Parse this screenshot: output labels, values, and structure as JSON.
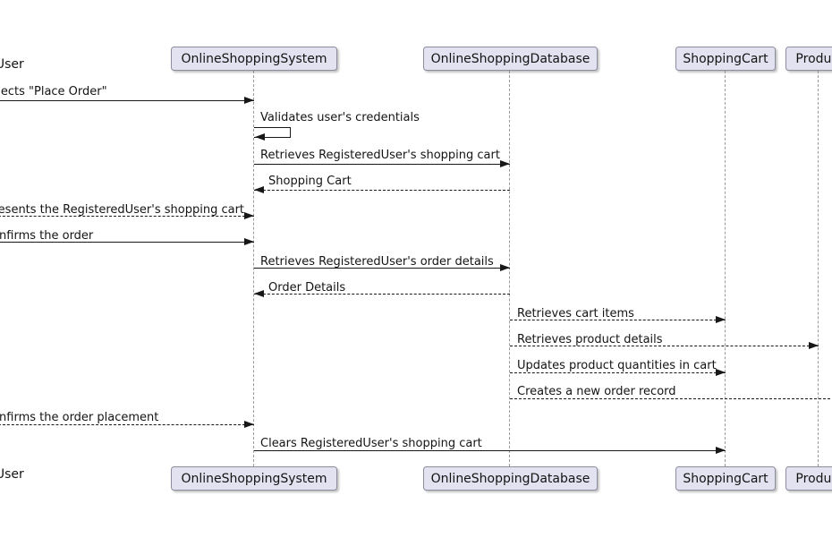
{
  "diagram_type": "uml-sequence-diagram",
  "colors": {
    "background": "#FFFFFF",
    "participant_fill": "#E2E2F0",
    "participant_border": "#8C8CA0",
    "lifeline": "#9A9A9A",
    "message_line": "#181818",
    "text": "#141414"
  },
  "participants": [
    {
      "label": "RegisteredUser",
      "kind": "actor",
      "note": "clipped at left edge, only 'User' visible"
    },
    {
      "label": "OnlineShoppingSystem",
      "kind": "participant"
    },
    {
      "label": "OnlineShoppingDatabase",
      "kind": "participant"
    },
    {
      "label": "ShoppingCart",
      "kind": "participant"
    },
    {
      "label": "Product",
      "kind": "participant",
      "note": "clipped at right edge, 'Produc' visible"
    }
  ],
  "messages": [
    {
      "label": "Selects \"Place Order\"",
      "from": "RegisteredUser",
      "to": "OnlineShoppingSystem",
      "style": "solid",
      "direction": "right"
    },
    {
      "label": "Validates user's credentials",
      "from": "OnlineShoppingSystem",
      "to": "OnlineShoppingSystem",
      "style": "self",
      "direction": "self"
    },
    {
      "label": "Retrieves RegisteredUser's shopping cart",
      "from": "OnlineShoppingSystem",
      "to": "OnlineShoppingDatabase",
      "style": "solid",
      "direction": "right"
    },
    {
      "label": "Shopping Cart",
      "from": "OnlineShoppingDatabase",
      "to": "OnlineShoppingSystem",
      "style": "dashed",
      "direction": "left"
    },
    {
      "label": "Presents the RegisteredUser's shopping cart",
      "from": "RegisteredUser",
      "to": "OnlineShoppingSystem",
      "style": "dashed",
      "direction": "right"
    },
    {
      "label": "Confirms the order",
      "from": "RegisteredUser",
      "to": "OnlineShoppingSystem",
      "style": "solid",
      "direction": "right"
    },
    {
      "label": "Retrieves RegisteredUser's order details",
      "from": "OnlineShoppingSystem",
      "to": "OnlineShoppingDatabase",
      "style": "solid",
      "direction": "right"
    },
    {
      "label": "Order Details",
      "from": "OnlineShoppingDatabase",
      "to": "OnlineShoppingSystem",
      "style": "dashed",
      "direction": "left"
    },
    {
      "label": "Retrieves cart items",
      "from": "OnlineShoppingDatabase",
      "to": "ShoppingCart",
      "style": "dashed",
      "direction": "right"
    },
    {
      "label": "Retrieves product details",
      "from": "OnlineShoppingDatabase",
      "to": "Product",
      "style": "dashed",
      "direction": "right"
    },
    {
      "label": "Updates product quantities in cart",
      "from": "OnlineShoppingDatabase",
      "to": "ShoppingCart",
      "style": "dashed",
      "direction": "right"
    },
    {
      "label": "Creates a new order record",
      "from": "OnlineShoppingDatabase",
      "to": "offscreen-right",
      "style": "dashed",
      "direction": "right"
    },
    {
      "label": "Confirms the order placement",
      "from": "RegisteredUser",
      "to": "OnlineShoppingSystem",
      "style": "dashed",
      "direction": "right"
    },
    {
      "label": "Clears RegisteredUser's shopping cart",
      "from": "OnlineShoppingSystem",
      "to": "ShoppingCart",
      "style": "solid",
      "direction": "right"
    }
  ]
}
